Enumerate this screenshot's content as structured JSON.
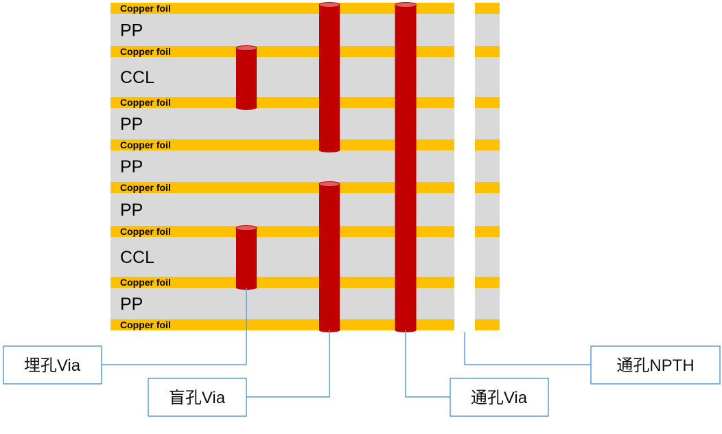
{
  "colors": {
    "copper": "#FFC000",
    "core": "#D9D9D9",
    "via": "#C00000",
    "via_top": "#E06060",
    "callout_stroke": "#5B9BD5",
    "npth_gap": "#FFFFFF"
  },
  "stack": {
    "layers": [
      {
        "kind": "copper",
        "label": "Copper foil"
      },
      {
        "kind": "core",
        "label": "PP"
      },
      {
        "kind": "copper",
        "label": "Copper foil"
      },
      {
        "kind": "core",
        "label": "CCL"
      },
      {
        "kind": "copper",
        "label": "Copper foil"
      },
      {
        "kind": "core",
        "label": "PP"
      },
      {
        "kind": "copper",
        "label": "Copper foil"
      },
      {
        "kind": "core",
        "label": "PP"
      },
      {
        "kind": "copper",
        "label": "Copper foil"
      },
      {
        "kind": "core",
        "label": "PP"
      },
      {
        "kind": "copper",
        "label": "Copper foil"
      },
      {
        "kind": "core",
        "label": "CCL"
      },
      {
        "kind": "copper",
        "label": "Copper foil"
      },
      {
        "kind": "core",
        "label": "PP"
      },
      {
        "kind": "copper",
        "label": "Copper foil"
      }
    ]
  },
  "vias": [
    {
      "name": "buried-via-upper",
      "from_layer": 2,
      "to_layer": 4
    },
    {
      "name": "buried-via-lower",
      "from_layer": 10,
      "to_layer": 12
    },
    {
      "name": "blind-via-upper",
      "from_layer": 0,
      "to_layer": 6
    },
    {
      "name": "blind-via-lower",
      "from_layer": 8,
      "to_layer": 14
    },
    {
      "name": "through-via",
      "from_layer": 0,
      "to_layer": 14
    }
  ],
  "callouts": {
    "buried": "埋孔Via",
    "blind": "盲孔Via",
    "through": "通孔Via",
    "npth": "通孔NPTH"
  }
}
